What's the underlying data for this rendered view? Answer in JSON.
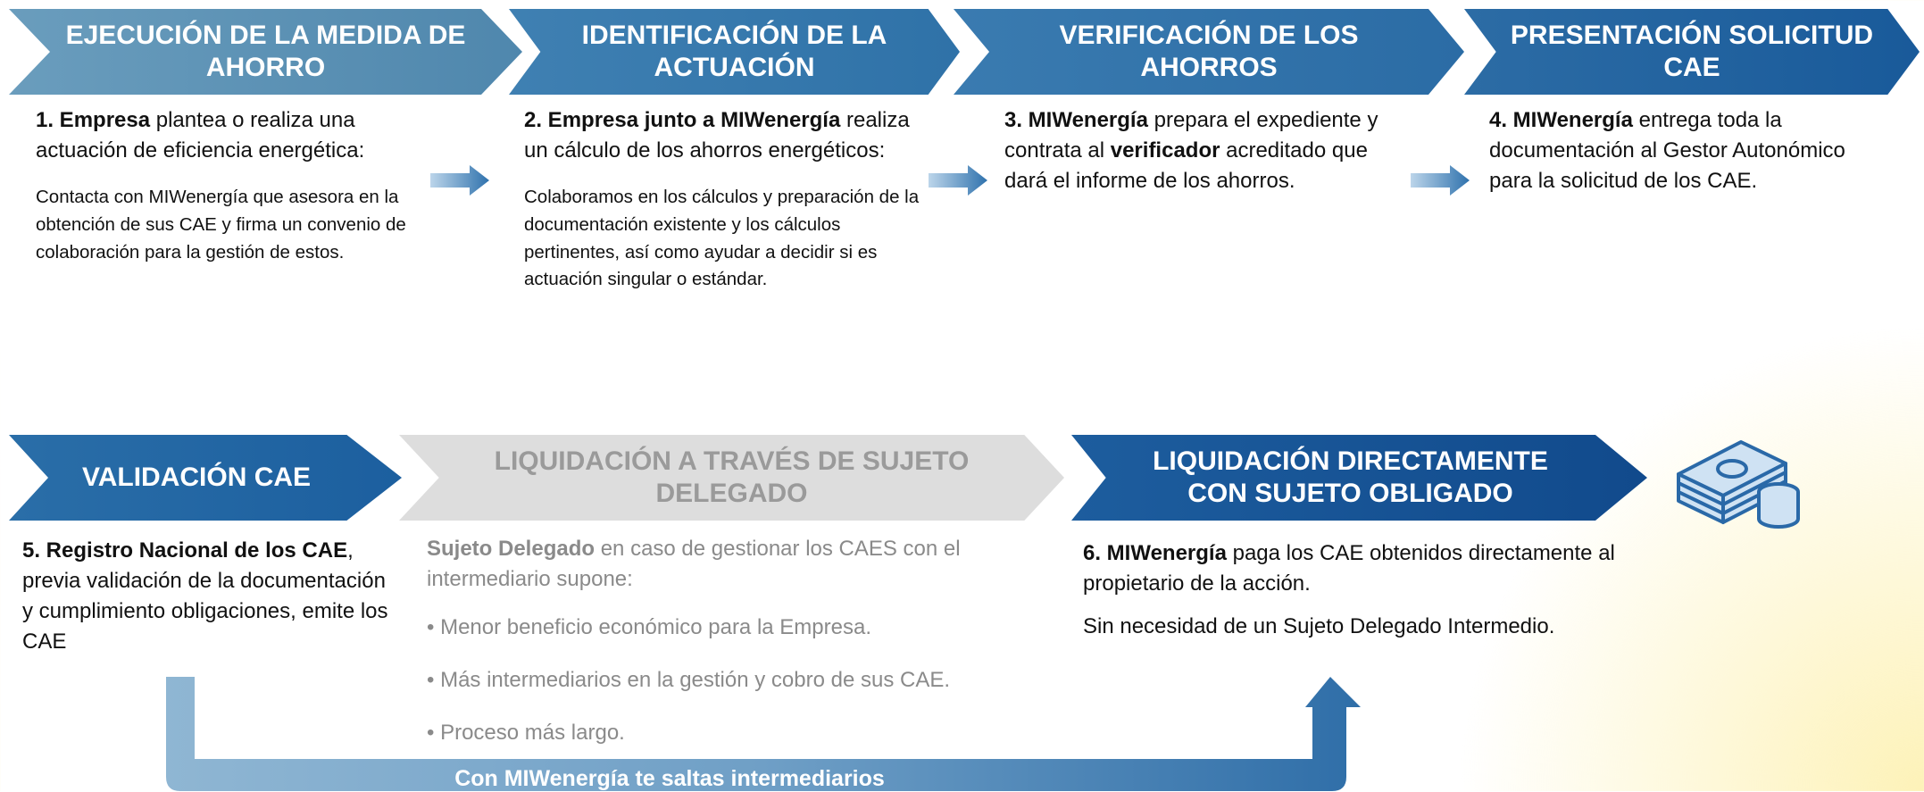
{
  "steps_top": [
    {
      "title": "EJECUCIÓN DE LA MEDIDA DE AHORRO",
      "lead_bold": "1. Empresa",
      "lead_rest": " plantea o realiza una actuación de eficiencia energética:",
      "detail": "Contacta con MIWenergía que asesora en la obtención de sus CAE y firma un convenio de colaboración para la gestión de estos."
    },
    {
      "title": "IDENTIFICACIÓN DE LA ACTUACIÓN",
      "lead_bold": "2. Empresa junto a MIWenergía",
      "lead_rest": " realiza un cálculo de los ahorros energéticos:",
      "detail": "Colaboramos en los cálculos y preparación de la documentación existente y los cálculos pertinentes, así como ayudar a decidir si es actuación singular o estándar."
    },
    {
      "title": "VERIFICACIÓN DE LOS AHORROS",
      "p1_bold": "3. MIWenergía",
      "p1_rest": " prepara el expediente y contrata al ",
      "p2_bold": "verificador",
      "p2_rest": " acreditado que dará el informe de los ahorros."
    },
    {
      "title": "PRESENTACIÓN SOLICITUD CAE",
      "lead_bold": "4. MIWenergía",
      "lead_rest": " entrega toda la documentación al Gestor Autonómico para la solicitud de los CAE."
    }
  ],
  "steps_bottom": [
    {
      "title": "VALIDACIÓN CAE",
      "lead_bold": "5. Registro Nacional de los CAE",
      "lead_rest": ", previa validación de la documentación y cumplimiento obligaciones, emite los CAE"
    },
    {
      "title": "LIQUIDACIÓN A TRAVÉS DE SUJETO DELEGADO",
      "lead_bold": "Sujeto Delegado",
      "lead_rest": " en caso de gestionar los CAES con el intermediario supone:",
      "bullets": [
        "Menor beneficio económico para la Empresa.",
        "Más intermediarios en la gestión y cobro de sus CAE.",
        "Proceso más largo."
      ]
    },
    {
      "title": "LIQUIDACIÓN DIRECTAMENTE CON SUJETO OBLIGADO",
      "lead_bold": "6. MIWenergía",
      "lead_rest": " paga los CAE obtenidos directamente al propietario de la acción.",
      "extra": "Sin necesidad de un Sujeto Delegado Intermedio."
    }
  ],
  "bottom_arrow_label": "Con MIWenergía te saltas intermediarios",
  "icon": "money-stack-icon",
  "colors": {
    "chevron_1": "#5f95b6",
    "chevron_2": "#3677aa",
    "chevron_3": "#2e6ea6",
    "chevron_4": "#1f61a0",
    "chevron_5": "#1f64a5",
    "chevron_6": "#dcdcdc",
    "chevron_7": "#154f92",
    "muted_title": "#9a9a9a",
    "icon_blue": "#2a69a8",
    "icon_light": "#cfe2f3"
  }
}
